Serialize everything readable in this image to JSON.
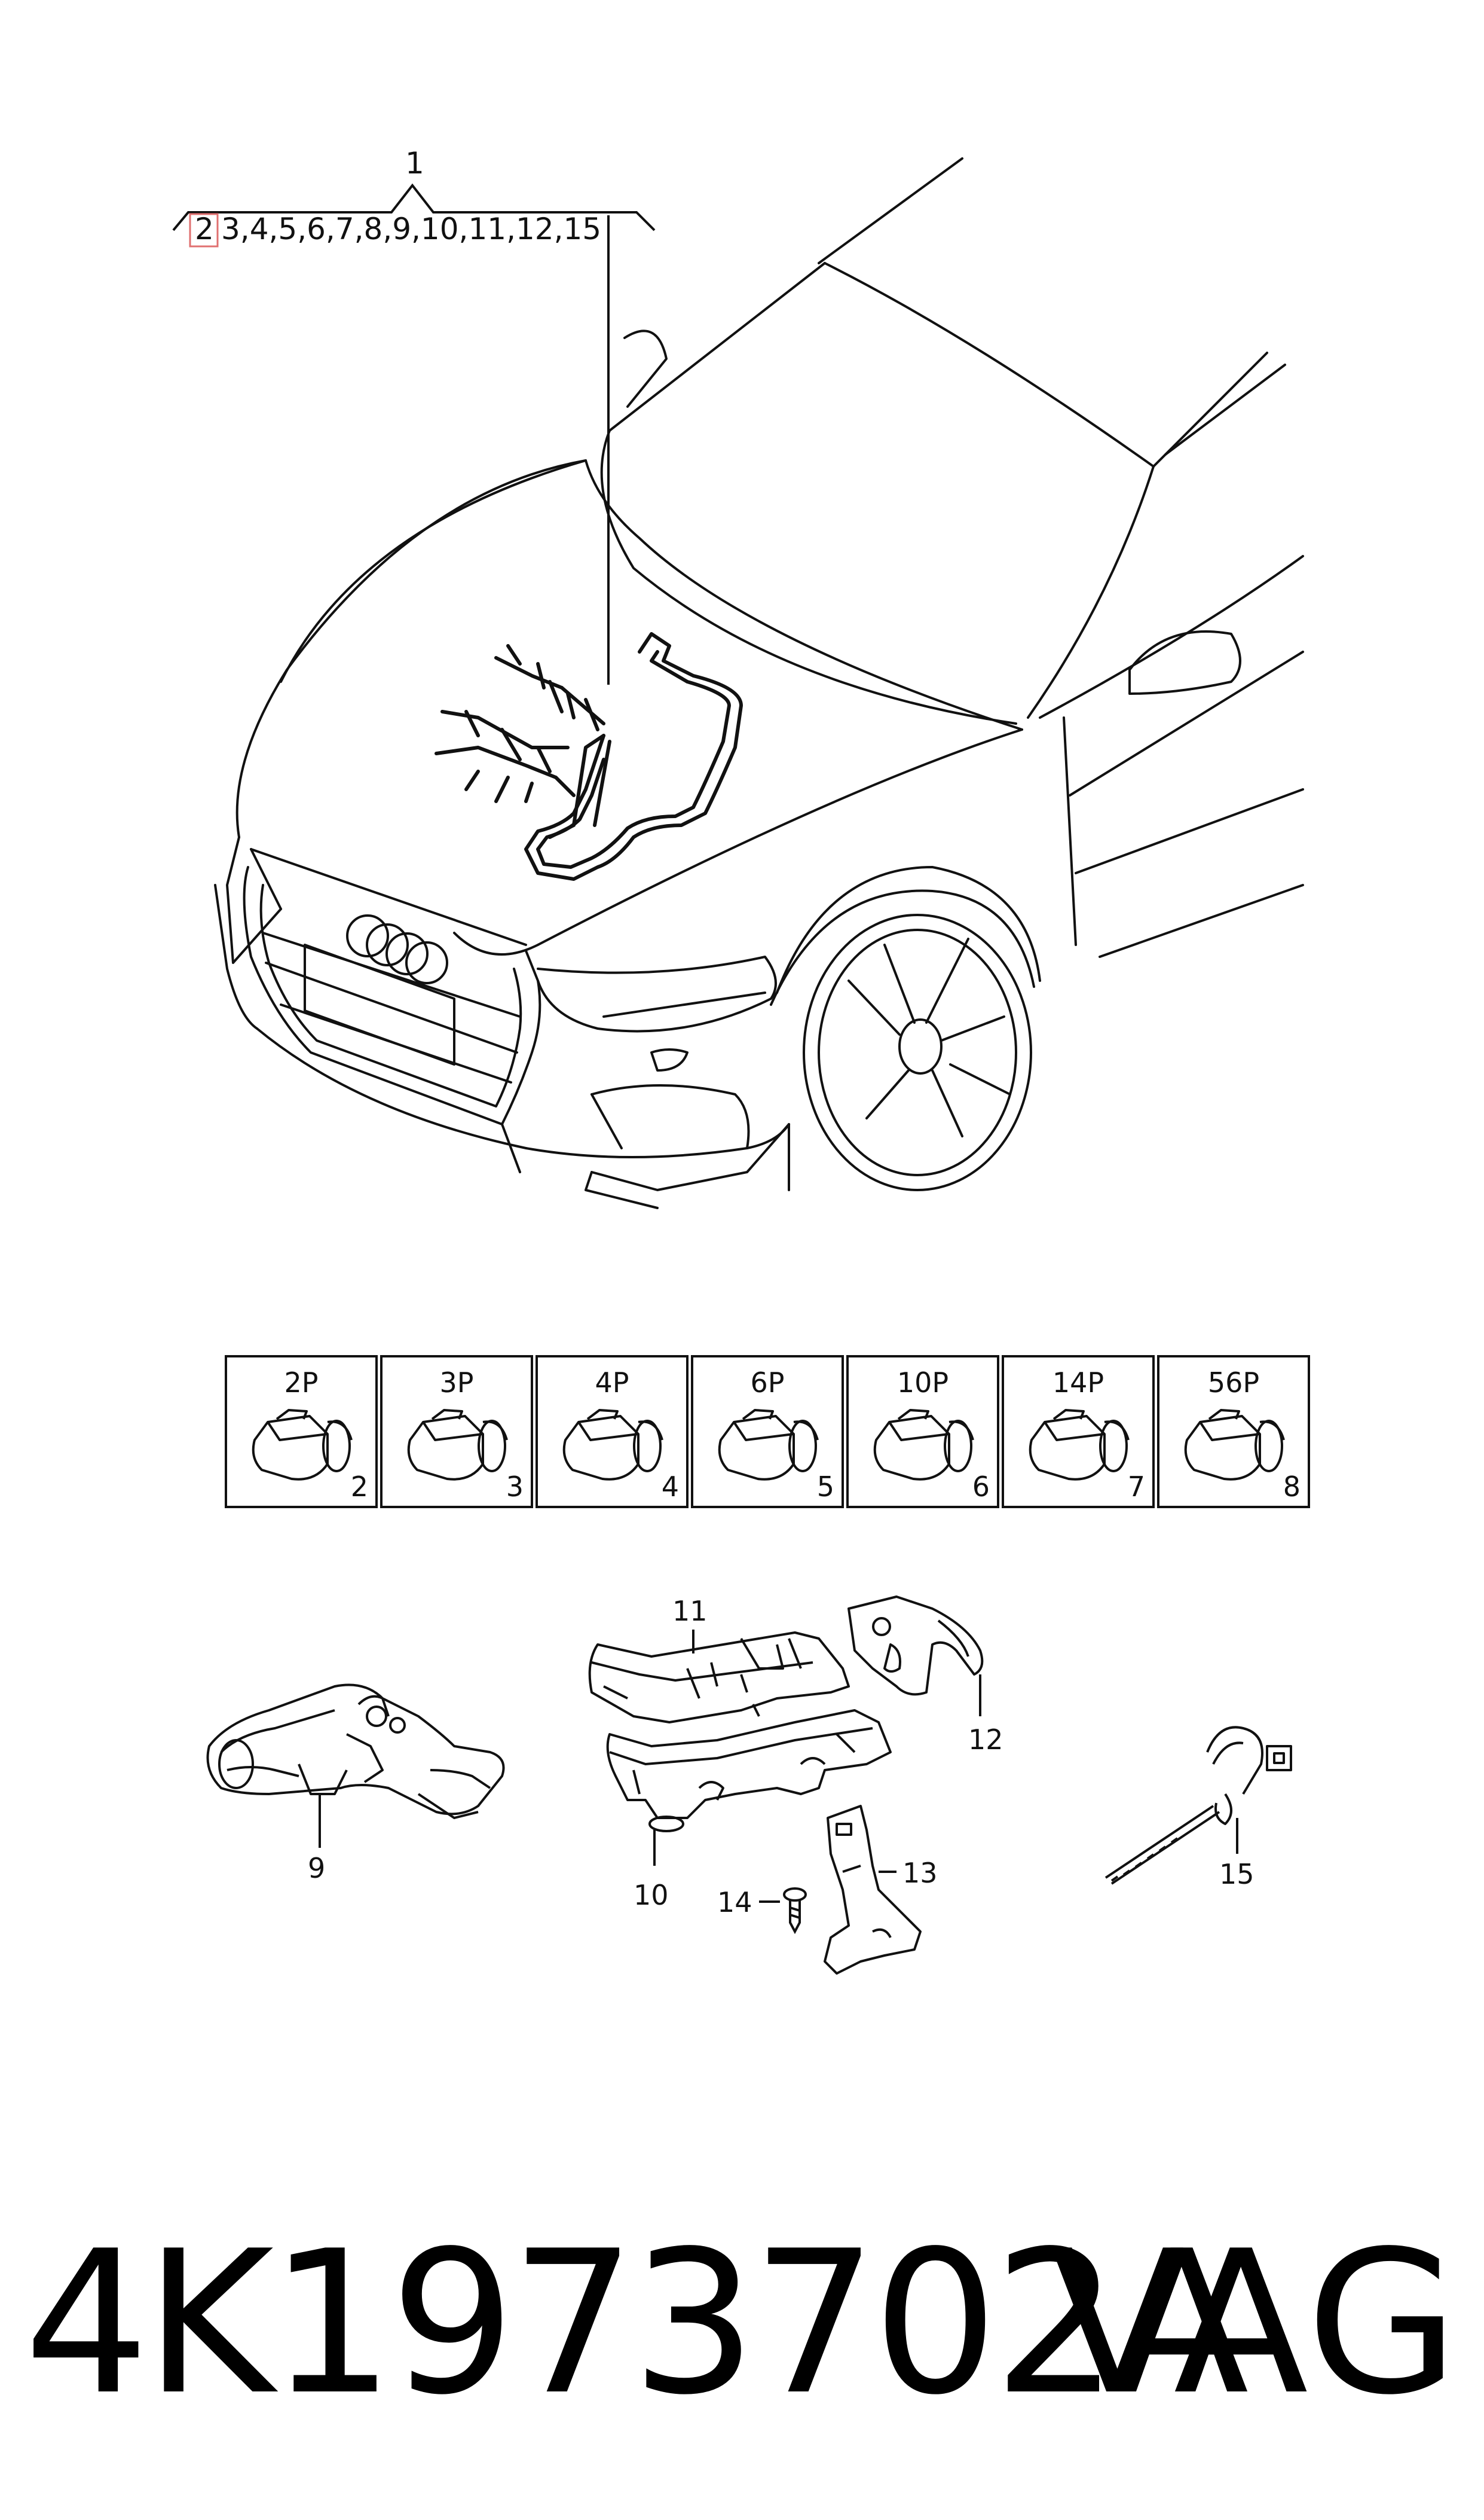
{
  "callout": {
    "main_number": "1",
    "highlighted_item": "2",
    "item_list": "3,4,5,6,7,8,9,10,11,12,15"
  },
  "connectors": [
    {
      "pins": "2P",
      "item": "2"
    },
    {
      "pins": "3P",
      "item": "3"
    },
    {
      "pins": "4P",
      "item": "4"
    },
    {
      "pins": "6P",
      "item": "5"
    },
    {
      "pins": "10P",
      "item": "6"
    },
    {
      "pins": "14P",
      "item": "7"
    },
    {
      "pins": "56P",
      "item": "8"
    }
  ],
  "parts": {
    "item_9": "9",
    "item_10": "10",
    "item_11": "11",
    "item_12": "12",
    "item_13": "13",
    "item_14": "14",
    "item_15": "15"
  },
  "footer": {
    "part_number": "4K1973702A",
    "brand": "VAG"
  },
  "colors": {
    "line": "#111111",
    "highlight_box": "#e07070",
    "background": "#ffffff"
  }
}
